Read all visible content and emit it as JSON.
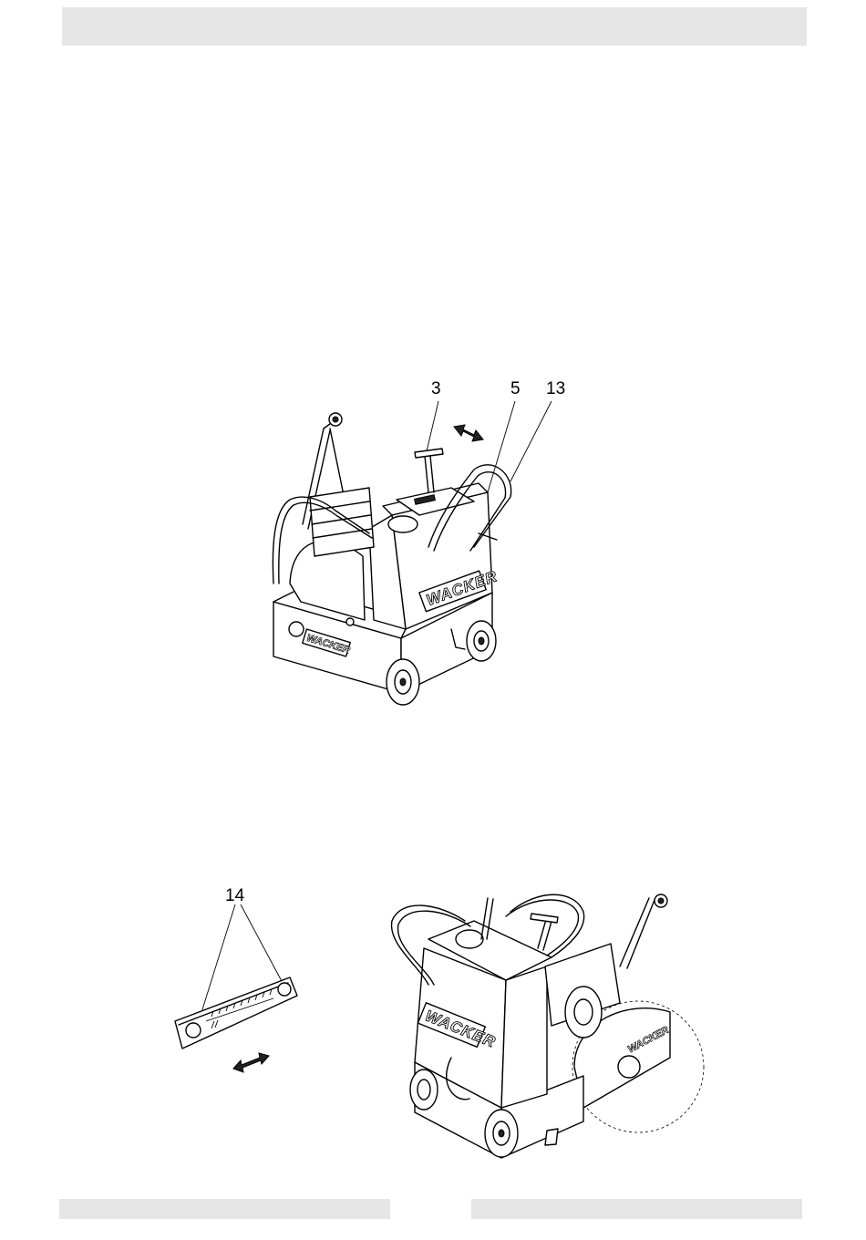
{
  "header": {
    "text": ""
  },
  "figure_top": {
    "callouts": [
      "3",
      "5",
      "13"
    ],
    "brand_label": "WACKER",
    "base_label": "WACKER"
  },
  "figure_bottom_left": {
    "callouts": [
      "14"
    ]
  },
  "figure_bottom_right": {
    "brand_label": "WACKER"
  },
  "footer": {
    "left": "",
    "right": ""
  }
}
